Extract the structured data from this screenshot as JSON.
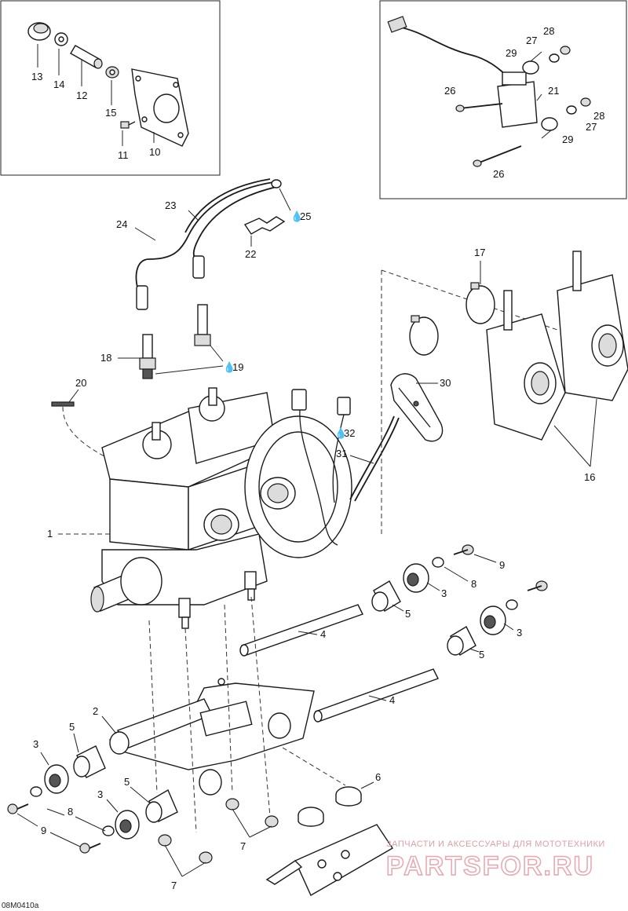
{
  "diagram": {
    "labels": {
      "n1": "1",
      "n2": "2",
      "n3a": "3",
      "n3b": "3",
      "n3c": "3",
      "n3d": "3",
      "n4a": "4",
      "n4b": "4",
      "n5a": "5",
      "n5b": "5",
      "n5c": "5",
      "n5d": "5",
      "n6": "6",
      "n7a": "7",
      "n7b": "7",
      "n8a": "8",
      "n8b": "8",
      "n9a": "9",
      "n9b": "9",
      "n10": "10",
      "n11": "11",
      "n12": "12",
      "n13": "13",
      "n14": "14",
      "n15": "15",
      "n16": "16",
      "n17": "17",
      "n18": "18",
      "n19": "19",
      "n20": "20",
      "n21": "21",
      "n22": "22",
      "n23": "23",
      "n24": "24",
      "n25": "25",
      "n26a": "26",
      "n26b": "26",
      "n27a": "27",
      "n27b": "27",
      "n28a": "28",
      "n28b": "28",
      "n29a": "29",
      "n29b": "29",
      "n30": "30",
      "n31": "31",
      "n32": "32"
    },
    "code": "08M0410a",
    "watermark": {
      "tagline": "ЗАПЧАСТИ И АКСЕССУАРЫ ДЛЯ МОТОТЕХНИКИ",
      "brand": "PARTSFOR.RU"
    }
  }
}
